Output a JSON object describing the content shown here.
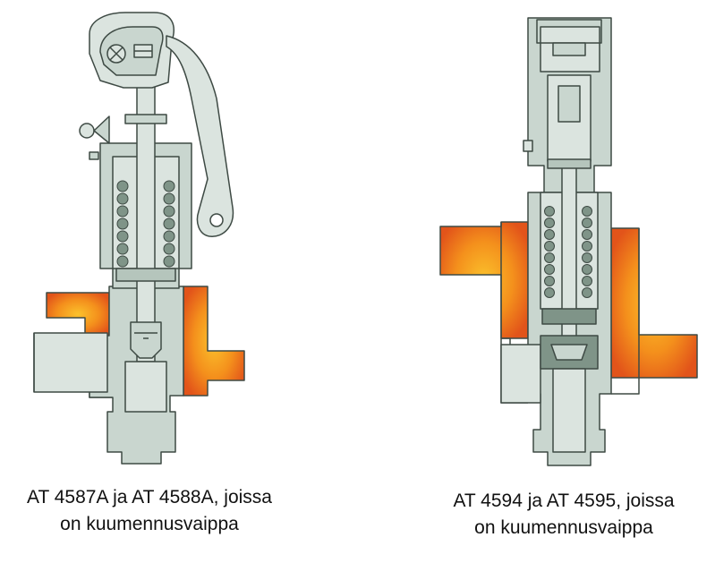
{
  "colors": {
    "body": "#c9d6cf",
    "body_light": "#dbe4df",
    "outline": "#3e4a44",
    "spring": "#7f9488",
    "heat_outer": "#e2541a",
    "heat_mid": "#f4901c",
    "heat_inner": "#fbc22c",
    "background": "#ffffff"
  },
  "valves": [
    {
      "name": "valve-left",
      "caption": {
        "line1": "AT 4587A ja AT 4588A, joissa",
        "line2": "on kuumennusvaippa"
      }
    },
    {
      "name": "valve-right",
      "caption": {
        "line1": "AT 4594 ja AT 4595, joissa",
        "line2": "on kuumennusvaippa"
      }
    }
  ]
}
